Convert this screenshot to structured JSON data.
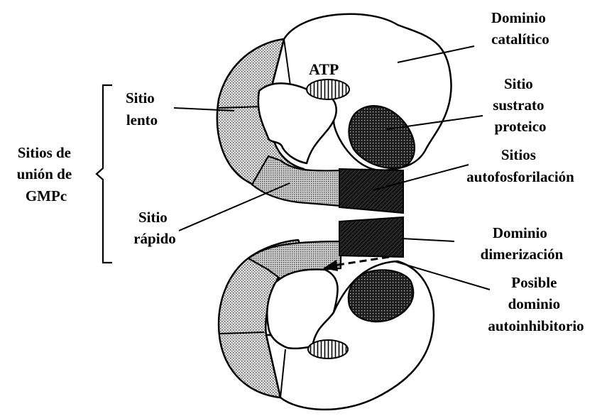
{
  "labels": {
    "atp": "ATP",
    "dominio_catalitico": [
      "Dominio",
      "catalítico"
    ],
    "sitio_sustrato": [
      "Sitio",
      "sustrato",
      "proteico"
    ],
    "sitios_autofosforilacion": [
      "Sitios",
      "autofosforilación"
    ],
    "dominio_dimerizacion": [
      "Dominio",
      "dimerización"
    ],
    "posible_autoinhibitorio": [
      "Posible",
      "dominio",
      "autoinhibitorio"
    ],
    "sitio_lento": [
      "Sitio",
      "lento"
    ],
    "sitio_rapido": [
      "Sitio",
      "rápido"
    ],
    "sitios_union": [
      "Sitios de",
      "unión de",
      "GMPc"
    ]
  },
  "colors": {
    "outline": "#000000",
    "stipple_light": "#c8c8c8",
    "stipple_dark": "#2a2a2a",
    "autophos": "#1a1a1a",
    "background": "#ffffff"
  }
}
